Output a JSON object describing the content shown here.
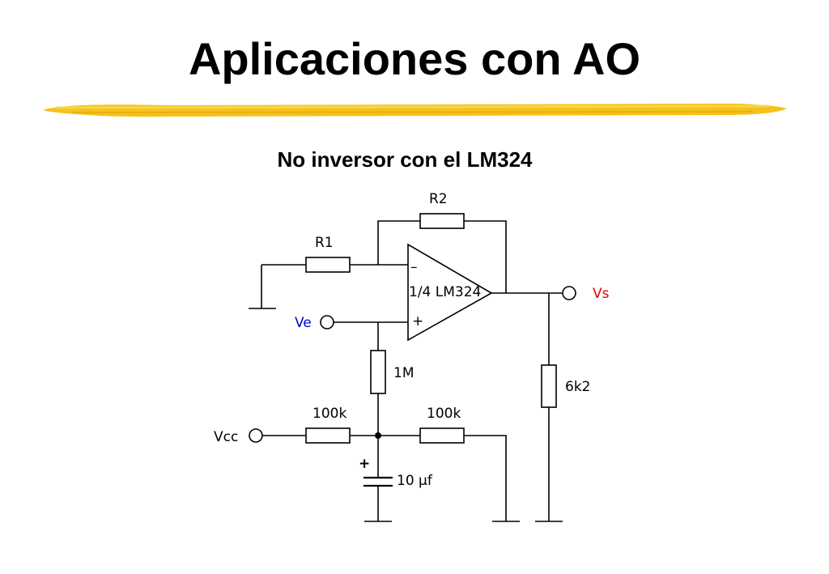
{
  "slide": {
    "title": "Aplicaciones con AO",
    "subtitle": "No inversor con el LM324"
  },
  "colors": {
    "accent_bar": "#f5c21a",
    "input_label": "#0000cc",
    "output_label": "#e00000"
  },
  "diagram": {
    "opamp": {
      "label": "1/4 LM324",
      "minus": "–",
      "plus": "+"
    },
    "labels": {
      "r1": "R1",
      "r2": "R2",
      "r_bias": "1M",
      "r_div_left": "100k",
      "r_div_right": "100k",
      "r_load": "6k2",
      "capacitor": "10 μf",
      "cap_polarity": "+",
      "input": "Ve",
      "output": "Vs",
      "supply": "Vcc"
    }
  }
}
